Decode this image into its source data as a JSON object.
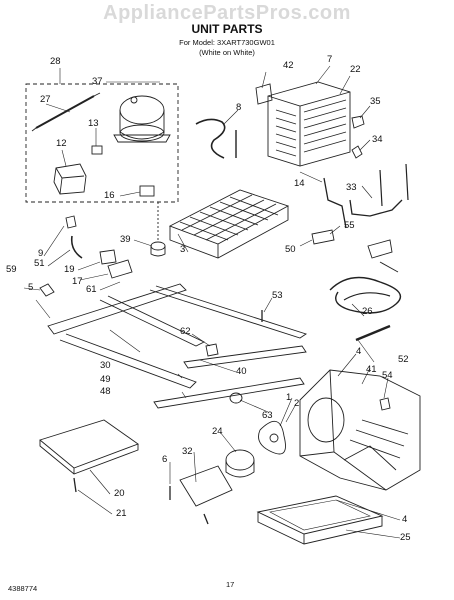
{
  "header": {
    "watermark": "AppliancePartsPros.com",
    "title": "UNIT PARTS",
    "model_line": "For Model: 3XART730GW01",
    "color_line": "(White on White)"
  },
  "callouts": [
    "28",
    "37",
    "42",
    "7",
    "22",
    "27",
    "8",
    "35",
    "13",
    "34",
    "12",
    "14",
    "33",
    "16",
    "9",
    "39",
    "55",
    "50",
    "19",
    "51",
    "17",
    "59",
    "61",
    "3",
    "5",
    "53",
    "26",
    "62",
    "4",
    "41",
    "30",
    "54",
    "49",
    "40",
    "2",
    "48",
    "1",
    "63",
    "52",
    "6",
    "32",
    "24",
    "20",
    "21",
    "4",
    "25"
  ],
  "footer": {
    "left": "4388774",
    "center": "17"
  },
  "colors": {
    "line": "#222222",
    "watermark": "#d9d9d9"
  }
}
